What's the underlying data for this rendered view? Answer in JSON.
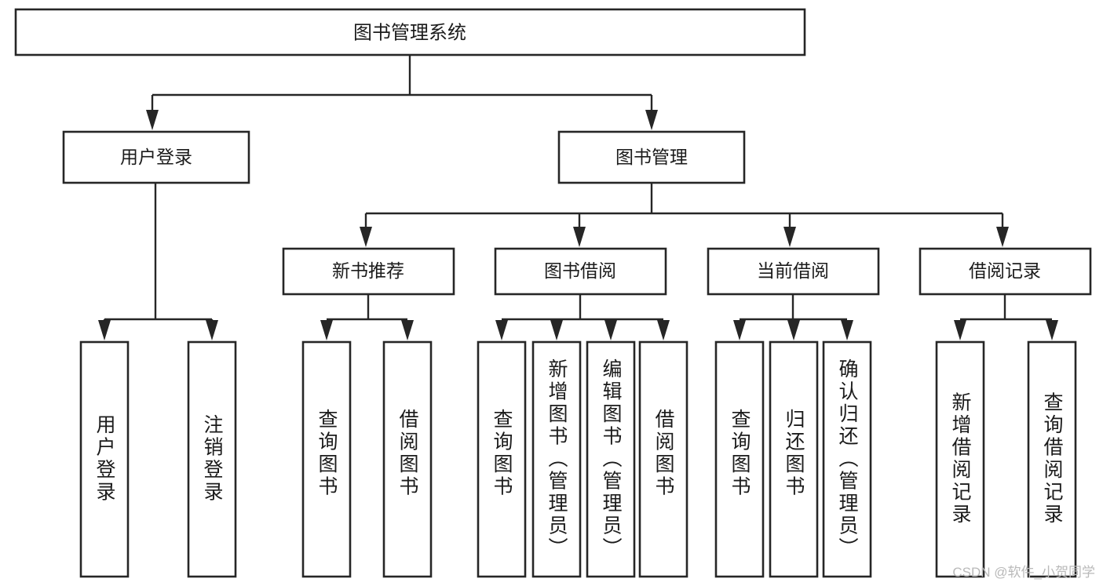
{
  "diagram": {
    "type": "tree-hierarchy-chart",
    "title": "图书管理系统",
    "watermark": "CSDN @软件_小贺同学",
    "colors": {
      "stroke": "#262626",
      "fill": "#ffffff",
      "text": "#1b1b1b",
      "watermark": "#b9b9b9"
    },
    "levels": {
      "level1": [
        {
          "id": "root",
          "label": "图书管理系统"
        }
      ],
      "level2": [
        {
          "id": "user-login",
          "label": "用户登录",
          "parent": "root"
        },
        {
          "id": "book-management",
          "label": "图书管理",
          "parent": "root"
        }
      ],
      "level3": [
        {
          "id": "new-book-recommend",
          "label": "新书推荐",
          "parent": "book-management"
        },
        {
          "id": "book-borrow",
          "label": "图书借阅",
          "parent": "book-management"
        },
        {
          "id": "current-borrow",
          "label": "当前借阅",
          "parent": "book-management"
        },
        {
          "id": "borrow-record",
          "label": "借阅记录",
          "parent": "book-management"
        }
      ],
      "level4": [
        {
          "id": "leaf-user-login",
          "label": "用户登录",
          "parent": "user-login"
        },
        {
          "id": "leaf-logout-login",
          "label": "注销登录",
          "parent": "user-login"
        },
        {
          "id": "leaf-query-book-1",
          "label": "查询图书",
          "parent": "new-book-recommend"
        },
        {
          "id": "leaf-borrow-book-1",
          "label": "借阅图书",
          "parent": "new-book-recommend"
        },
        {
          "id": "leaf-query-book-2",
          "label": "查询图书",
          "parent": "book-borrow"
        },
        {
          "id": "leaf-add-book",
          "label": "新增图书（管理员）",
          "parent": "book-borrow"
        },
        {
          "id": "leaf-edit-book",
          "label": "编辑图书（管理员）",
          "parent": "book-borrow"
        },
        {
          "id": "leaf-borrow-book-2",
          "label": "借阅图书",
          "parent": "book-borrow"
        },
        {
          "id": "leaf-query-book-3",
          "label": "查询图书",
          "parent": "current-borrow"
        },
        {
          "id": "leaf-return-book",
          "label": "归还图书",
          "parent": "current-borrow"
        },
        {
          "id": "leaf-confirm-return",
          "label": "确认归还（管理员）",
          "parent": "current-borrow"
        },
        {
          "id": "leaf-add-record",
          "label": "新增借阅记录",
          "parent": "borrow-record"
        },
        {
          "id": "leaf-query-record",
          "label": "查询借阅记录",
          "parent": "borrow-record"
        }
      ]
    }
  }
}
